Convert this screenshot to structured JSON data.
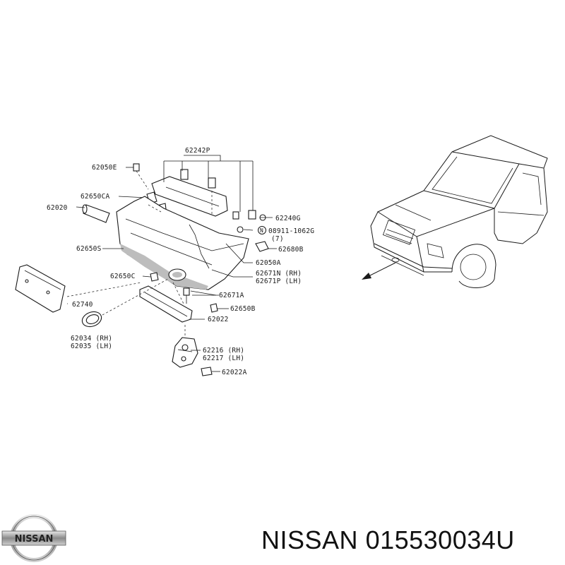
{
  "caption": {
    "brand": "NISSAN",
    "part_number": "015530034U"
  },
  "logo": {
    "text": "NISSAN"
  },
  "callouts": [
    {
      "id": "c1",
      "text": "62242P"
    },
    {
      "id": "c2",
      "text": "62050E"
    },
    {
      "id": "c3",
      "text": "62650CA"
    },
    {
      "id": "c4",
      "text": "62020"
    },
    {
      "id": "c5",
      "text": "62240G"
    },
    {
      "id": "c6",
      "text": "08911-1062G"
    },
    {
      "id": "c7",
      "text": "(7)"
    },
    {
      "id": "c8",
      "text": "62680B"
    },
    {
      "id": "c9",
      "text": "62650S"
    },
    {
      "id": "c10",
      "text": "62050A"
    },
    {
      "id": "c11",
      "text": "62650C"
    },
    {
      "id": "c12",
      "text": "62671N (RH)"
    },
    {
      "id": "c13",
      "text": "62671P (LH)"
    },
    {
      "id": "c14",
      "text": "62671A"
    },
    {
      "id": "c15",
      "text": "62740"
    },
    {
      "id": "c16",
      "text": "62650B"
    },
    {
      "id": "c17",
      "text": "62022"
    },
    {
      "id": "c18",
      "text": "62034 (RH)"
    },
    {
      "id": "c19",
      "text": "62035 (LH)"
    },
    {
      "id": "c20",
      "text": "62216 (RH)"
    },
    {
      "id": "c21",
      "text": "62217 (LH)"
    },
    {
      "id": "c22",
      "text": "62022A"
    }
  ],
  "circled_marker": "N"
}
